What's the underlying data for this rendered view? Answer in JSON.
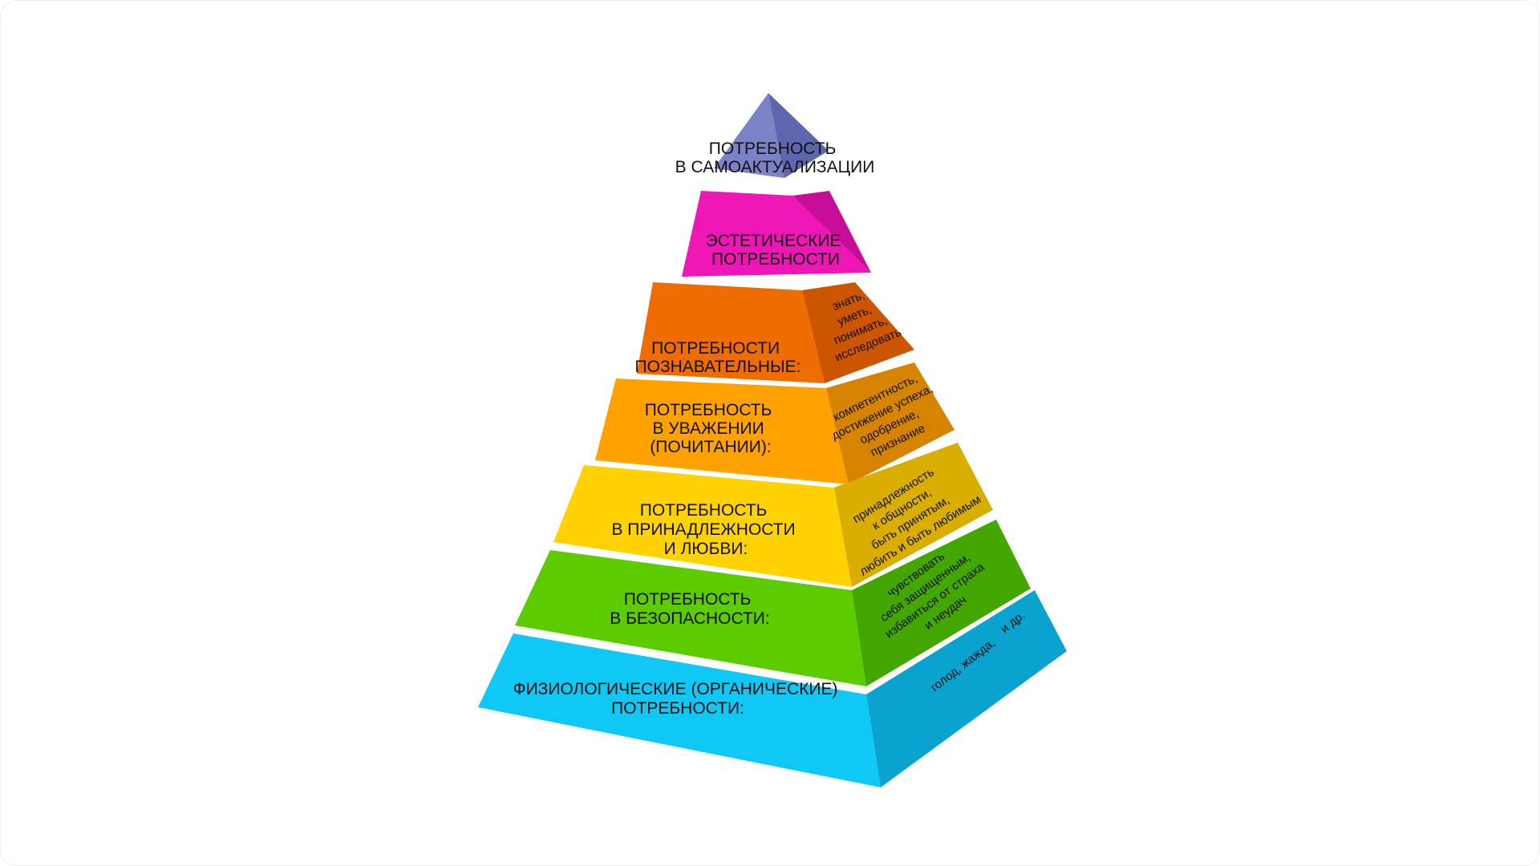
{
  "pyramid": {
    "levels": [
      {
        "id": "self-actualization",
        "title": [
          "ПОТРЕБНОСТЬ",
          "В САМОАКТУАЛИЗАЦИИ"
        ],
        "details": [],
        "front_color": "#7b82c6",
        "side_color": "#5f66ae"
      },
      {
        "id": "aesthetic",
        "title": [
          "ЭСТЕТИЧЕСКИЕ",
          "ПОТРЕБНОСТИ"
        ],
        "details": [],
        "front_color": "#ee17b6",
        "side_color": "#c80d98"
      },
      {
        "id": "cognitive",
        "title": [
          "ПОТРЕБНОСТИ",
          "ПОЗНАВАТЕЛЬНЫЕ:"
        ],
        "details": [
          "знать,",
          "уметь,",
          "понимать,",
          "исследовать"
        ],
        "front_color": "#ef6c00",
        "side_color": "#cc5500"
      },
      {
        "id": "esteem",
        "title": [
          "ПОТРЕБНОСТЬ",
          "В УВАЖЕНИИ",
          "(ПОЧИТАНИИ):"
        ],
        "details": [
          "компетентность,",
          "достижение успеха,",
          "одобрение,",
          "признание"
        ],
        "front_color": "#ffa200",
        "side_color": "#d68400"
      },
      {
        "id": "belonging",
        "title": [
          "ПОТРЕБНОСТЬ",
          "В ПРИНАДЛЕЖНОСТИ",
          "И ЛЮБВИ:"
        ],
        "details": [
          "принадлежность",
          "к общности,",
          "быть принятым,",
          "любить и быть любимым"
        ],
        "front_color": "#ffd200",
        "side_color": "#d9ae00"
      },
      {
        "id": "safety",
        "title": [
          "ПОТРЕБНОСТЬ",
          "В БЕЗОПАСНОСТИ:"
        ],
        "details": [
          "чувствовать",
          "себя защищенным,",
          "избавиться от страха",
          "и неудач"
        ],
        "front_color": "#5ccc00",
        "side_color": "#44a600"
      },
      {
        "id": "physiological",
        "title": [
          "ФИЗИОЛОГИЧЕСКИЕ (ОРГАНИЧЕСКИЕ)",
          "ПОТРЕБНОСТИ:"
        ],
        "details": [
          "голод, жажда,",
          "и др."
        ],
        "front_color": "#10c8f5",
        "side_color": "#0aa3d0"
      }
    ]
  }
}
